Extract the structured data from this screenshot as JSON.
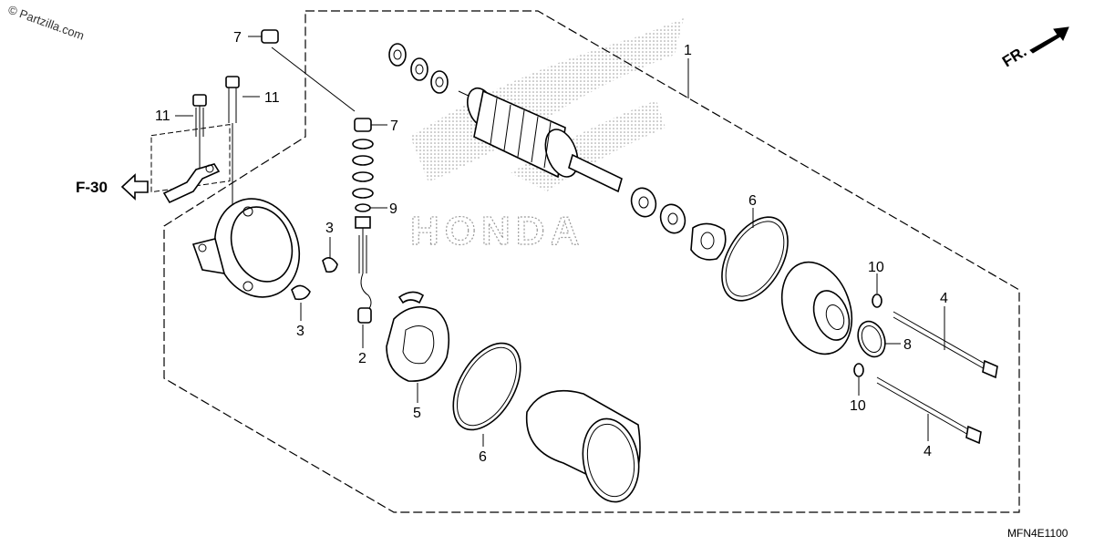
{
  "watermark": "© Partzilla.com",
  "direction_label": "FR.",
  "reference_label": "F-30",
  "background_logo_text": "HONDA",
  "diagram_code": "MFN4E1100",
  "callouts": {
    "c1": "1",
    "c2": "2",
    "c3a": "3",
    "c3b": "3",
    "c4a": "4",
    "c4b": "4",
    "c5": "5",
    "c6a": "6",
    "c6b": "6",
    "c7a": "7",
    "c7b": "7",
    "c8": "8",
    "c9": "9",
    "c10a": "10",
    "c10b": "10",
    "c11a": "11",
    "c11b": "11"
  }
}
